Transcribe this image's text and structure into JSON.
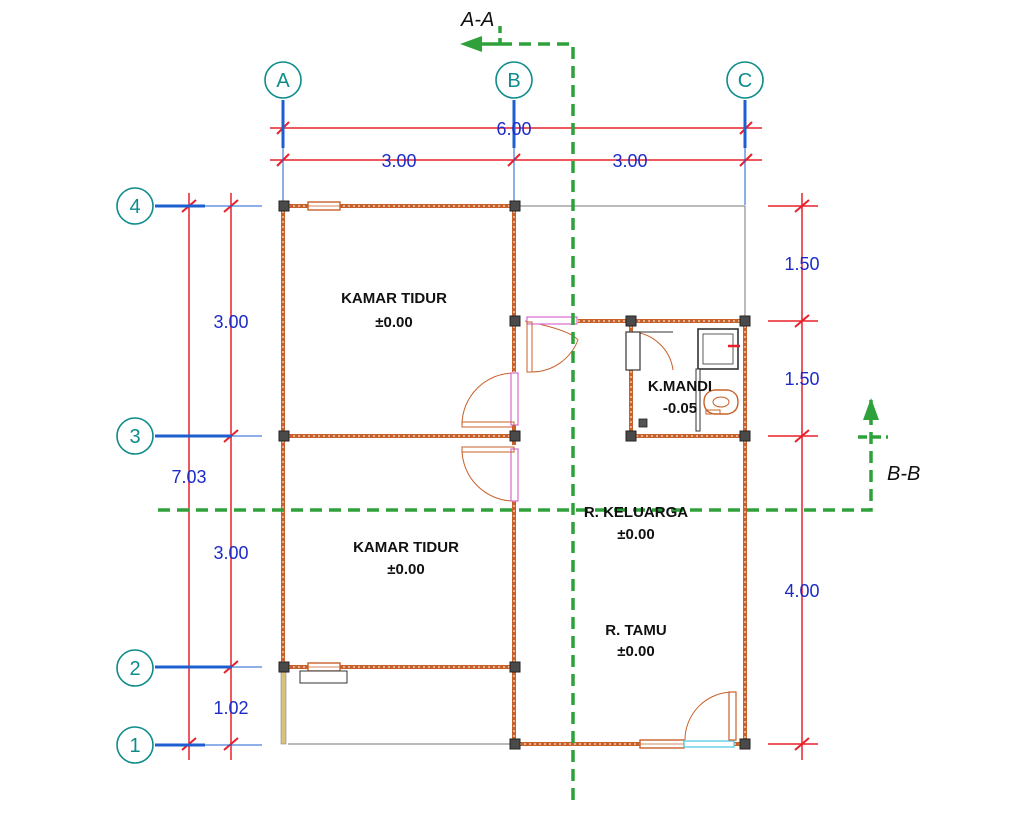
{
  "colors": {
    "grid": "#0e8c8c",
    "dimension_line": "#e8202a",
    "dimension_text": "#1c2bc8",
    "grid_stub": "#1e5fd0",
    "wall": "#c8602a",
    "section_line": "#2ea13a",
    "window": "#c8602a",
    "door_panel": "#d86ad0",
    "column": "#444444"
  },
  "grid_axes": {
    "columns": [
      "A",
      "B",
      "C"
    ],
    "rows": [
      "4",
      "3",
      "2",
      "1"
    ]
  },
  "dimensions": {
    "top_total": "6.00",
    "top_ab": "3.00",
    "top_bc": "3.00",
    "left_total": "7.03",
    "left_43": "3.00",
    "left_32": "3.00",
    "left_21": "1.02",
    "right_top": "1.50",
    "right_mid": "1.50",
    "right_bottom": "4.00"
  },
  "rooms": {
    "kamar_tidur_1": {
      "name": "KAMAR TIDUR",
      "level": "±0.00"
    },
    "kamar_tidur_2": {
      "name": "KAMAR TIDUR",
      "level": "±0.00"
    },
    "kamar_mandi": {
      "name": "K.MANDI",
      "level": "-0.05"
    },
    "ruang_keluarga": {
      "name": "R. KELUARGA",
      "level": "±0.00"
    },
    "ruang_tamu": {
      "name": "R. TAMU",
      "level": "±0.00"
    }
  },
  "sections": {
    "a": "A-A",
    "b": "B-B"
  }
}
